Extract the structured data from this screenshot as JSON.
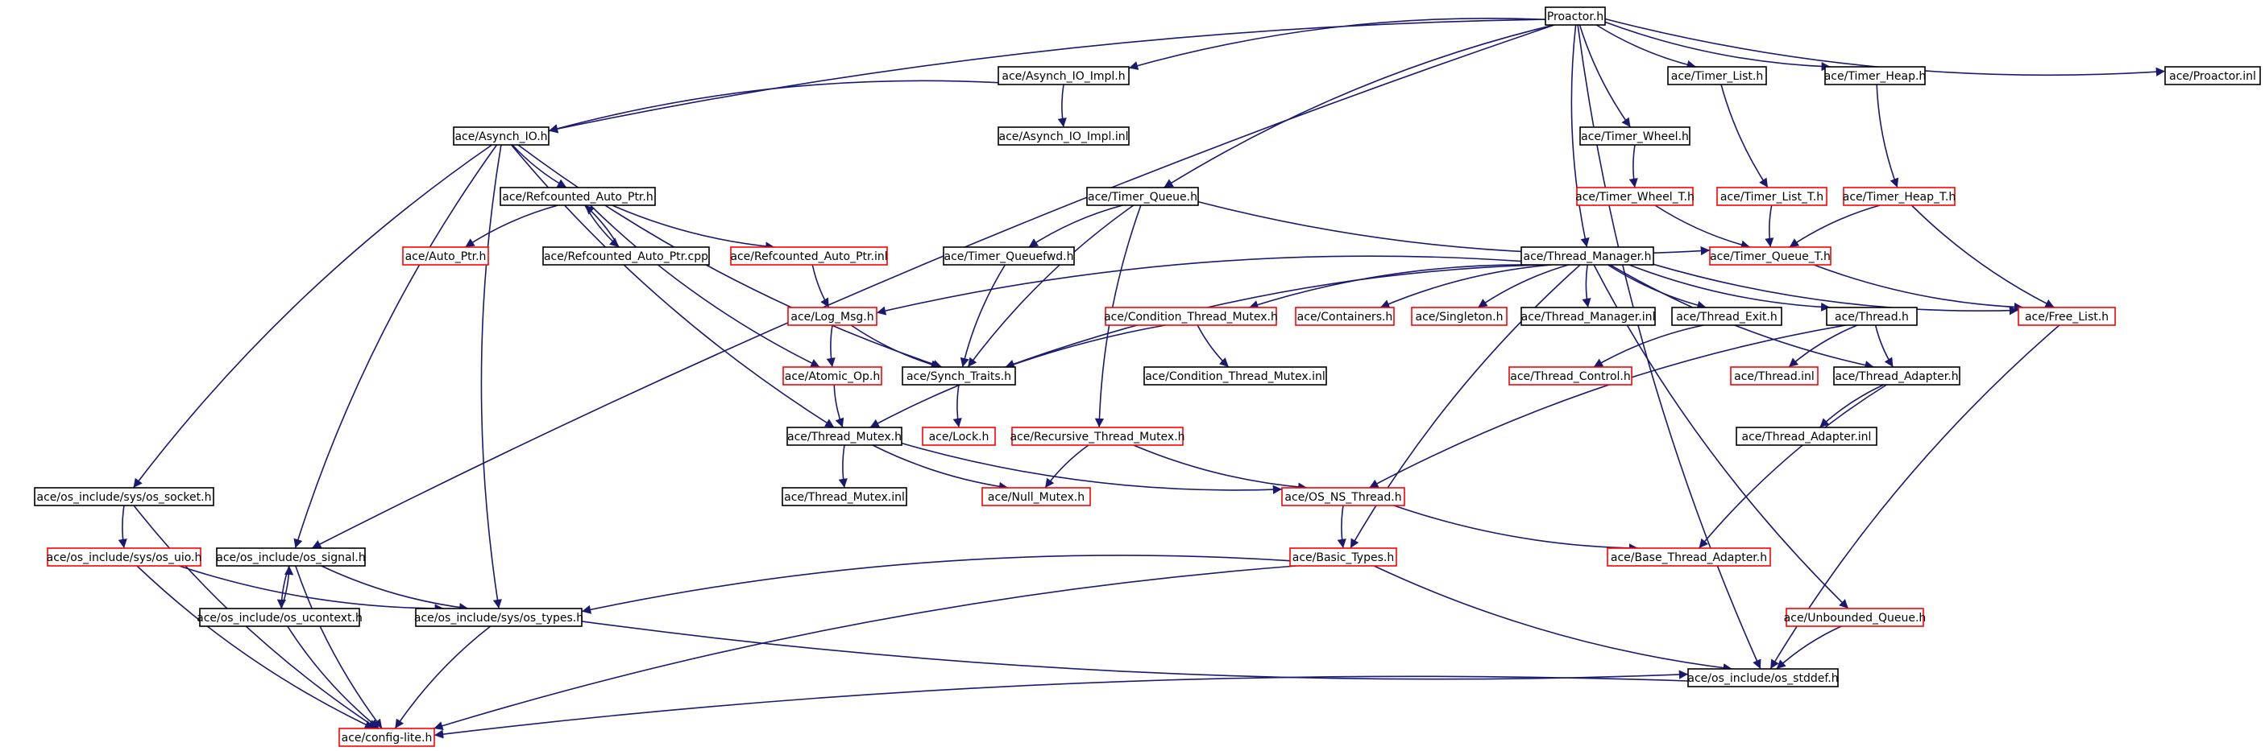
{
  "colors": {
    "edge": "#191970",
    "normal_border": "#000000",
    "truncated_border": "#ff0000",
    "root_fill": "#bfbfbf"
  },
  "graph": {
    "root": "root",
    "nodes": [
      {
        "id": "root",
        "label": "Proactor.h",
        "style": "root"
      },
      {
        "id": "aioimpl",
        "label": "ace/Asynch_IO_Impl.h",
        "style": "normal"
      },
      {
        "id": "aioimplinl",
        "label": "ace/Asynch_IO_Impl.inl",
        "style": "normal"
      },
      {
        "id": "aio",
        "label": "ace/Asynch_IO.h",
        "style": "normal"
      },
      {
        "id": "tlist",
        "label": "ace/Timer_List.h",
        "style": "normal"
      },
      {
        "id": "theap",
        "label": "ace/Timer_Heap.h",
        "style": "normal"
      },
      {
        "id": "proinl",
        "label": "ace/Proactor.inl",
        "style": "normal"
      },
      {
        "id": "twheel",
        "label": "ace/Timer_Wheel.h",
        "style": "normal"
      },
      {
        "id": "twheelt",
        "label": "ace/Timer_Wheel_T.h",
        "style": "truncated"
      },
      {
        "id": "tlistt",
        "label": "ace/Timer_List_T.h",
        "style": "truncated"
      },
      {
        "id": "theapt",
        "label": "ace/Timer_Heap_T.h",
        "style": "truncated"
      },
      {
        "id": "rcap",
        "label": "ace/Refcounted_Auto_Ptr.h",
        "style": "normal"
      },
      {
        "id": "tq",
        "label": "ace/Timer_Queue.h",
        "style": "normal"
      },
      {
        "id": "tqt",
        "label": "ace/Timer_Queue_T.h",
        "style": "truncated"
      },
      {
        "id": "autoptr",
        "label": "ace/Auto_Ptr.h",
        "style": "truncated"
      },
      {
        "id": "rcapcpp",
        "label": "ace/Refcounted_Auto_Ptr.cpp",
        "style": "normal"
      },
      {
        "id": "rcapinl",
        "label": "ace/Refcounted_Auto_Ptr.inl",
        "style": "truncated"
      },
      {
        "id": "tqfwd",
        "label": "ace/Timer_Queuefwd.h",
        "style": "normal"
      },
      {
        "id": "tm",
        "label": "ace/Thread_Manager.h",
        "style": "normal"
      },
      {
        "id": "logmsg",
        "label": "ace/Log_Msg.h",
        "style": "truncated"
      },
      {
        "id": "ctm",
        "label": "ace/Condition_Thread_Mutex.h",
        "style": "truncated"
      },
      {
        "id": "cont",
        "label": "ace/Containers.h",
        "style": "truncated"
      },
      {
        "id": "single",
        "label": "ace/Singleton.h",
        "style": "truncated"
      },
      {
        "id": "tminl",
        "label": "ace/Thread_Manager.inl",
        "style": "normal"
      },
      {
        "id": "texit",
        "label": "ace/Thread_Exit.h",
        "style": "normal"
      },
      {
        "id": "thread",
        "label": "ace/Thread.h",
        "style": "normal"
      },
      {
        "id": "flist",
        "label": "ace/Free_List.h",
        "style": "truncated"
      },
      {
        "id": "atomic",
        "label": "ace/Atomic_Op.h",
        "style": "truncated"
      },
      {
        "id": "synch",
        "label": "ace/Synch_Traits.h",
        "style": "normal"
      },
      {
        "id": "ctminl",
        "label": "ace/Condition_Thread_Mutex.inl",
        "style": "normal"
      },
      {
        "id": "tctl",
        "label": "ace/Thread_Control.h",
        "style": "truncated"
      },
      {
        "id": "threadinl",
        "label": "ace/Thread.inl",
        "style": "truncated"
      },
      {
        "id": "tadapt",
        "label": "ace/Thread_Adapter.h",
        "style": "normal"
      },
      {
        "id": "tmutex",
        "label": "ace/Thread_Mutex.h",
        "style": "normal"
      },
      {
        "id": "lock",
        "label": "ace/Lock.h",
        "style": "truncated"
      },
      {
        "id": "rtm",
        "label": "ace/Recursive_Thread_Mutex.h",
        "style": "truncated"
      },
      {
        "id": "tadaptinl",
        "label": "ace/Thread_Adapter.inl",
        "style": "normal"
      },
      {
        "id": "ossock",
        "label": "ace/os_include/sys/os_socket.h",
        "style": "normal"
      },
      {
        "id": "tmutexinl",
        "label": "ace/Thread_Mutex.inl",
        "style": "normal"
      },
      {
        "id": "nullm",
        "label": "ace/Null_Mutex.h",
        "style": "truncated"
      },
      {
        "id": "osns",
        "label": "ace/OS_NS_Thread.h",
        "style": "truncated"
      },
      {
        "id": "osuio",
        "label": "ace/os_include/sys/os_uio.h",
        "style": "truncated"
      },
      {
        "id": "ossig",
        "label": "ace/os_include/os_signal.h",
        "style": "normal"
      },
      {
        "id": "btypes",
        "label": "ace/Basic_Types.h",
        "style": "truncated"
      },
      {
        "id": "btadapt",
        "label": "ace/Base_Thread_Adapter.h",
        "style": "truncated"
      },
      {
        "id": "osuctx",
        "label": "ace/os_include/os_ucontext.h",
        "style": "normal"
      },
      {
        "id": "ostypes",
        "label": "ace/os_include/sys/os_types.h",
        "style": "normal"
      },
      {
        "id": "unbq",
        "label": "ace/Unbounded_Queue.h",
        "style": "truncated"
      },
      {
        "id": "osstddef",
        "label": "ace/os_include/os_stddef.h",
        "style": "normal"
      },
      {
        "id": "cfglite",
        "label": "ace/config-lite.h",
        "style": "truncated"
      }
    ],
    "edges": [
      [
        "root",
        "aioimpl"
      ],
      [
        "root",
        "aio"
      ],
      [
        "root",
        "tlist"
      ],
      [
        "root",
        "theap"
      ],
      [
        "root",
        "proinl"
      ],
      [
        "root",
        "twheel"
      ],
      [
        "root",
        "tq"
      ],
      [
        "root",
        "tm"
      ],
      [
        "root",
        "ossig"
      ],
      [
        "root",
        "osstddef"
      ],
      [
        "aioimpl",
        "aio"
      ],
      [
        "aioimpl",
        "aioimplinl"
      ],
      [
        "aio",
        "rcap"
      ],
      [
        "aio",
        "synch"
      ],
      [
        "aio",
        "tmutex"
      ],
      [
        "aio",
        "ossock"
      ],
      [
        "aio",
        "ossig"
      ],
      [
        "aio",
        "ostypes"
      ],
      [
        "tlist",
        "tlistt"
      ],
      [
        "theap",
        "theapt"
      ],
      [
        "twheel",
        "twheelt"
      ],
      [
        "twheelt",
        "tqt"
      ],
      [
        "tlistt",
        "tqt"
      ],
      [
        "theapt",
        "tqt"
      ],
      [
        "theapt",
        "flist"
      ],
      [
        "rcap",
        "autoptr"
      ],
      [
        "rcap",
        "rcapcpp"
      ],
      [
        "rcap",
        "rcapinl"
      ],
      [
        "rcap",
        "atomic"
      ],
      [
        "rcapcpp",
        "rcap"
      ],
      [
        "rcapinl",
        "logmsg"
      ],
      [
        "tq",
        "tqt"
      ],
      [
        "tq",
        "tqfwd"
      ],
      [
        "tq",
        "synch"
      ],
      [
        "tq",
        "rtm"
      ],
      [
        "tqt",
        "flist"
      ],
      [
        "tqfwd",
        "synch"
      ],
      [
        "tm",
        "logmsg"
      ],
      [
        "tm",
        "ctm"
      ],
      [
        "tm",
        "cont"
      ],
      [
        "tm",
        "single"
      ],
      [
        "tm",
        "tminl"
      ],
      [
        "tm",
        "texit"
      ],
      [
        "tm",
        "thread"
      ],
      [
        "tm",
        "flist"
      ],
      [
        "tm",
        "synch"
      ],
      [
        "tm",
        "tadapt"
      ],
      [
        "tm",
        "btypes"
      ],
      [
        "tm",
        "unbq"
      ],
      [
        "logmsg",
        "atomic"
      ],
      [
        "logmsg",
        "synch"
      ],
      [
        "ctm",
        "ctminl"
      ],
      [
        "ctm",
        "tmutex"
      ],
      [
        "texit",
        "tctl"
      ],
      [
        "thread",
        "threadinl"
      ],
      [
        "thread",
        "tadapt"
      ],
      [
        "thread",
        "osns"
      ],
      [
        "atomic",
        "tmutex"
      ],
      [
        "synch",
        "lock"
      ],
      [
        "tadapt",
        "tadaptinl"
      ],
      [
        "tadapt",
        "btadapt"
      ],
      [
        "tmutex",
        "tmutexinl"
      ],
      [
        "tmutex",
        "nullm"
      ],
      [
        "tmutex",
        "osns"
      ],
      [
        "rtm",
        "nullm"
      ],
      [
        "rtm",
        "osns"
      ],
      [
        "osns",
        "btypes"
      ],
      [
        "osns",
        "btadapt"
      ],
      [
        "ossock",
        "osuio"
      ],
      [
        "ossock",
        "cfglite"
      ],
      [
        "osuio",
        "ostypes"
      ],
      [
        "osuio",
        "cfglite"
      ],
      [
        "ossig",
        "osuctx"
      ],
      [
        "ossig",
        "ostypes"
      ],
      [
        "ossig",
        "cfglite"
      ],
      [
        "osuctx",
        "ossig"
      ],
      [
        "osuctx",
        "cfglite"
      ],
      [
        "btypes",
        "ostypes"
      ],
      [
        "btypes",
        "osstddef"
      ],
      [
        "btypes",
        "cfglite"
      ],
      [
        "ostypes",
        "osstddef"
      ],
      [
        "ostypes",
        "cfglite"
      ],
      [
        "flist",
        "osstddef"
      ],
      [
        "unbq",
        "osstddef"
      ],
      [
        "osstddef",
        "cfglite"
      ]
    ]
  }
}
